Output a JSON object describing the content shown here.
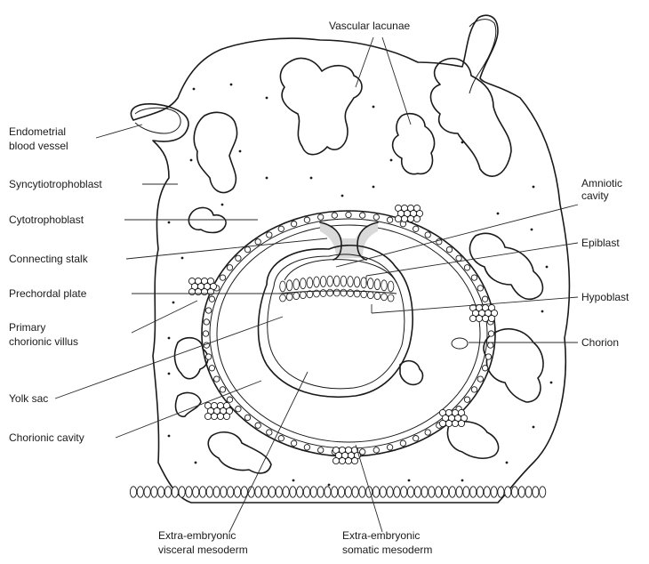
{
  "labels": {
    "vascular_lacunae": "Vascular lacunae",
    "endometrial_blood_vessel_1": "Endometrial",
    "endometrial_blood_vessel_2": "blood vessel",
    "syncytiotrophoblast": "Syncytiotrophoblast",
    "cytotrophoblast": "Cytotrophoblast",
    "connecting_stalk": "Connecting stalk",
    "prechordal_plate": "Prechordal plate",
    "primary_chorionic_villus_1": "Primary",
    "primary_chorionic_villus_2": "chorionic villus",
    "yolk_sac": "Yolk sac",
    "chorionic_cavity": "Chorionic cavity",
    "amniotic_cavity_1": "Amniotic",
    "amniotic_cavity_2": "cavity",
    "epiblast": "Epiblast",
    "hypoblast": "Hypoblast",
    "chorion": "Chorion",
    "ee_visceral_mesoderm_1": "Extra-embryonic",
    "ee_visceral_mesoderm_2": "visceral mesoderm",
    "ee_somatic_mesoderm_1": "Extra-embryonic",
    "ee_somatic_mesoderm_2": "somatic mesoderm"
  }
}
